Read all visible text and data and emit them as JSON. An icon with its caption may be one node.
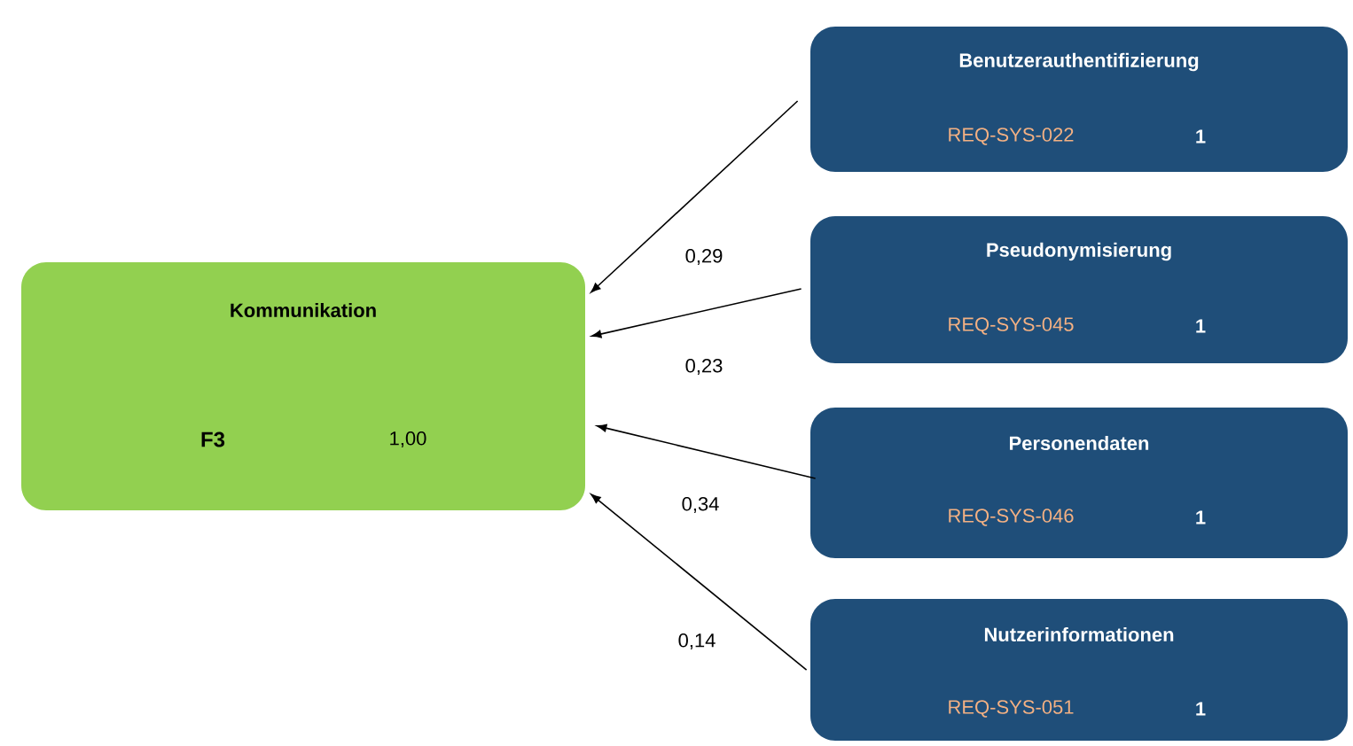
{
  "diagram": {
    "nodes": [
      {
        "text": [
          "Kommunikation",
          "F3",
          "1,00"
        ]
      },
      {
        "text": [
          "Benutzerauthentifizierung",
          "REQ-SYS-022",
          "1"
        ]
      },
      {
        "text": [
          "Pseudonymisierung",
          "REQ-SYS-045",
          "1"
        ]
      },
      {
        "text": [
          "Personendaten",
          "REQ-SYS-046",
          "1"
        ]
      },
      {
        "text": [
          "Nutzerinformationen",
          "REQ-SYS-051",
          "1"
        ]
      }
    ],
    "edges": [
      {
        "from": 1,
        "to": 0,
        "arrow": "to",
        "label": "0,29"
      },
      {
        "from": 2,
        "to": 0,
        "arrow": "to",
        "label": "0,23"
      },
      {
        "from": 3,
        "to": 0,
        "arrow": "to",
        "label": "0,34"
      },
      {
        "from": 4,
        "to": 0,
        "arrow": "to",
        "label": "0,14"
      }
    ]
  }
}
